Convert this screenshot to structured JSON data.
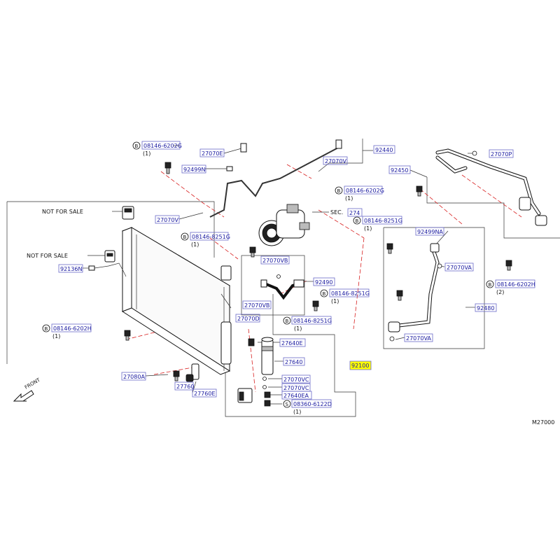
{
  "labels": {
    "b1": "08146-6202G",
    "b1q": "(1)",
    "b2": "08146-6202G",
    "b2q": "(1)",
    "b3": "08146-8251G",
    "b3q": "(1)",
    "b4": "08146-8251G",
    "b4q": "(1)",
    "b5": "08146-8251G",
    "b5q": "(1)",
    "b6": "08146-8251G",
    "b6q": "(1)",
    "b7": "08146-6202H",
    "b7q": "(2)",
    "b8": "08146-6202H",
    "b8q": "(1)",
    "s1": "08360-6122D",
    "s1q": "(1)",
    "p27070E": "27070E",
    "p92440": "92440",
    "p92499N": "92499N",
    "p27070V_a": "27070V",
    "p27070V_b": "27070V",
    "p27070P": "27070P",
    "p92450": "92450",
    "sec": "SEC.",
    "sec274": "274",
    "p92499NA": "92499NA",
    "p27070VA_a": "27070VA",
    "p27070VA_b": "27070VA",
    "p27070VB_a": "27070VB",
    "p27070VB_b": "27070VB",
    "p92490": "92490",
    "p92480": "92480",
    "p27070D": "27070D",
    "p27640E": "27640E",
    "p27640": "27640",
    "p92100": "92100",
    "p27070VC_a": "27070VC",
    "p27070VC_b": "27070VC",
    "p27640EA": "27640EA",
    "p92136N": "92136N",
    "p27080A": "27080A",
    "p27760": "27760",
    "p27760E": "27760E",
    "nfs1": "NOT  FOR  SALE",
    "nfs2": "NOT  FOR  SALE",
    "front": "FRONT",
    "code": "M27000"
  },
  "letters": {
    "b": "B",
    "s": "S"
  },
  "colors": {
    "highlight": "#ffff00",
    "label": "#1a1aa0",
    "leader": "#d82020"
  }
}
